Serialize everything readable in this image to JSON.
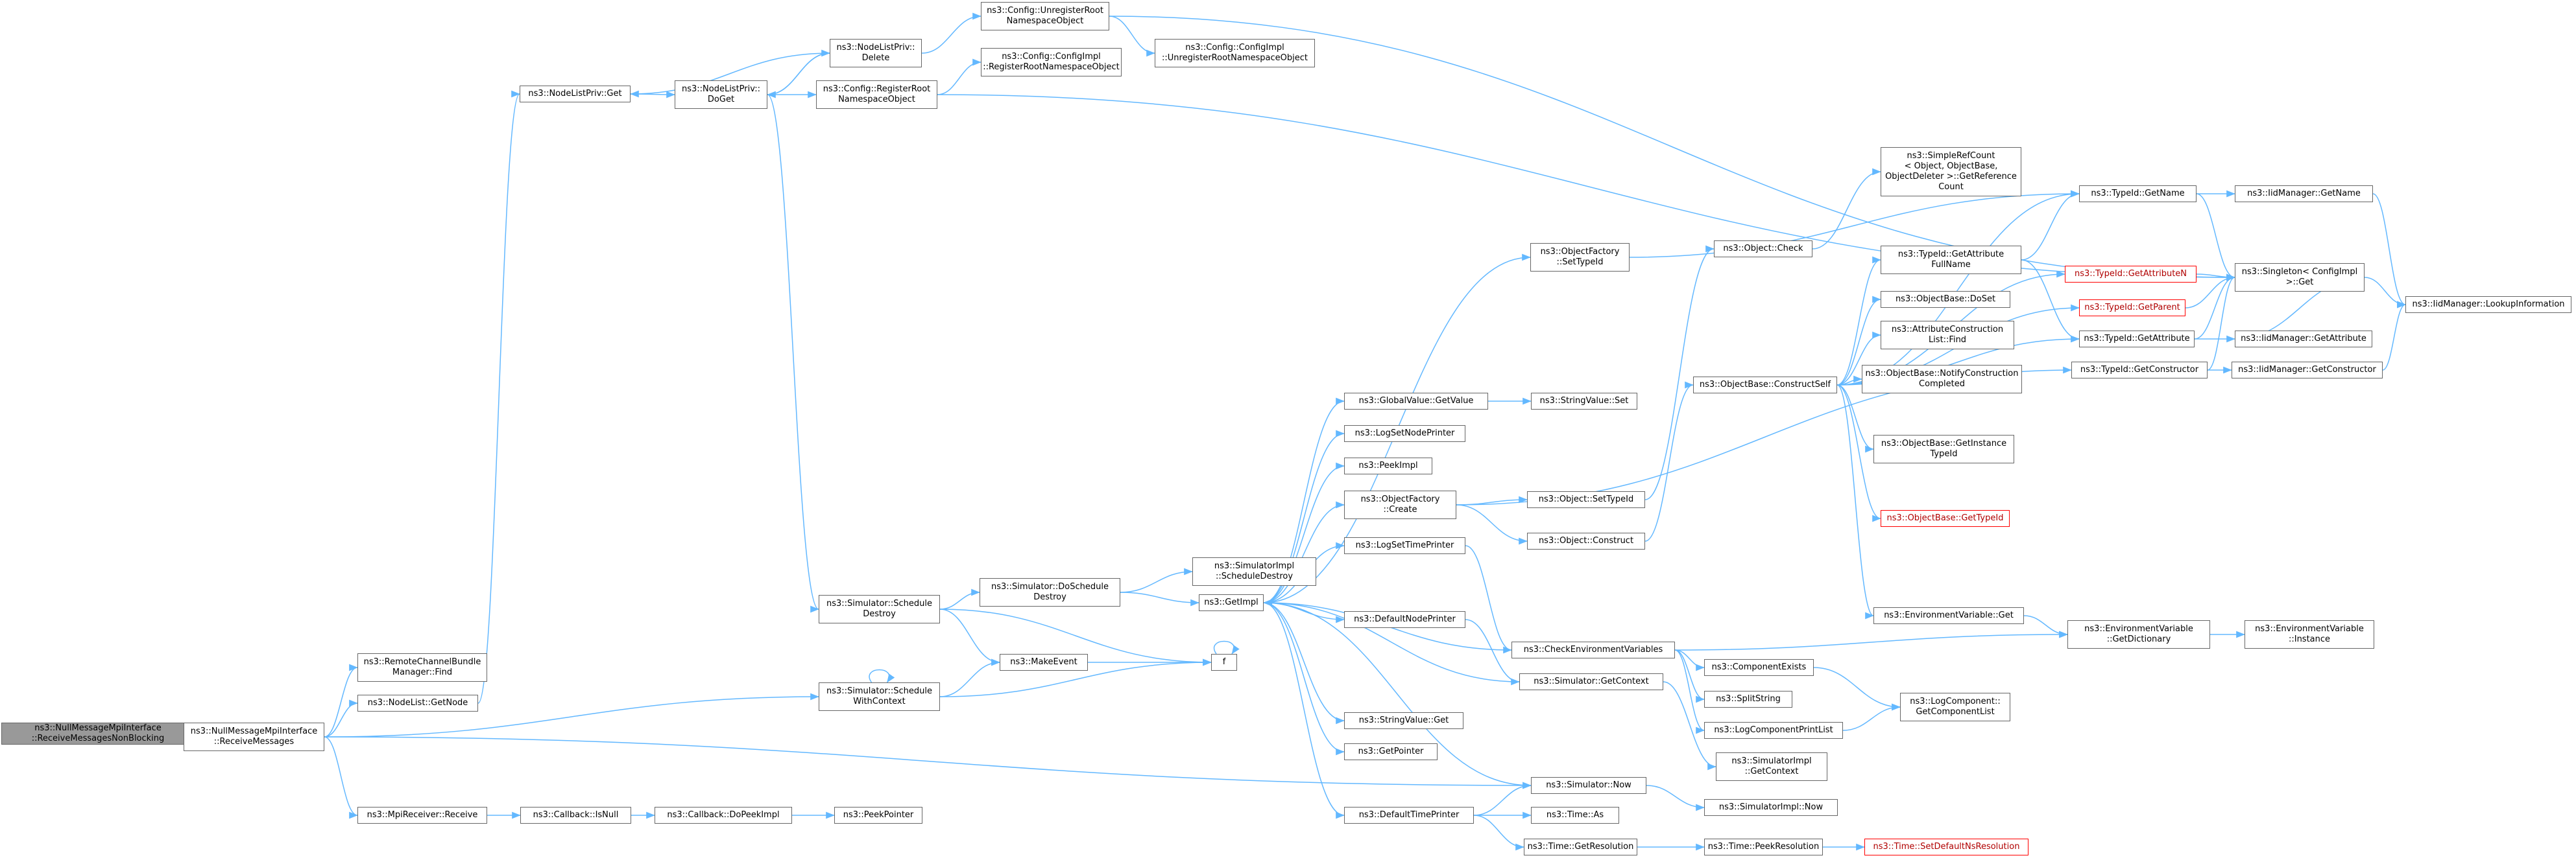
{
  "diagram": {
    "type": "call-graph",
    "colors": {
      "edge": "#63b8ff",
      "node_border": "#666666",
      "root_fill": "#999999",
      "missing_border": "#ff0000"
    },
    "nodes": [
      {
        "id": "root",
        "label": "ns3::NullMessageMpiInterface\n::ReceiveMessagesNonBlocking",
        "style": "root"
      },
      {
        "id": "rm",
        "label": "ns3::NullMessageMpiInterface\n::ReceiveMessages"
      },
      {
        "id": "rcb",
        "label": "ns3::RemoteChannelBundle\nManager::Find"
      },
      {
        "id": "nlgn",
        "label": "ns3::NodeList::GetNode"
      },
      {
        "id": "mpr",
        "label": "ns3::MpiReceiver::Receive"
      },
      {
        "id": "cbn",
        "label": "ns3::Callback::IsNull"
      },
      {
        "id": "cdpi",
        "label": "ns3::Callback::DoPeekImpl"
      },
      {
        "id": "pp",
        "label": "ns3::PeekPointer"
      },
      {
        "id": "nlpg",
        "label": "ns3::NodeListPriv::Get"
      },
      {
        "id": "nlpdg",
        "label": "ns3::NodeListPriv::\nDoGet"
      },
      {
        "id": "nlpd",
        "label": "ns3::NodeListPriv::\nDelete"
      },
      {
        "id": "cur",
        "label": "ns3::Config::UnregisterRoot\nNamespaceObject"
      },
      {
        "id": "cirn",
        "label": "ns3::Config::ConfigImpl\n::RegisterRootNamespaceObject"
      },
      {
        "id": "ciur",
        "label": "ns3::Config::ConfigImpl\n::UnregisterRootNamespaceObject"
      },
      {
        "id": "crr",
        "label": "ns3::Config::RegisterRoot\nNamespaceObject"
      },
      {
        "id": "ssd",
        "label": "ns3::Simulator::Schedule\nDestroy"
      },
      {
        "id": "sdsd",
        "label": "ns3::Simulator::DoSchedule\nDestroy"
      },
      {
        "id": "sisd",
        "label": "ns3::SimulatorImpl\n::ScheduleDestroy"
      },
      {
        "id": "swc",
        "label": "ns3::Simulator::Schedule\nWithContext"
      },
      {
        "id": "me",
        "label": "ns3::MakeEvent"
      },
      {
        "id": "f",
        "label": "f"
      },
      {
        "id": "gi",
        "label": "ns3::GetImpl"
      },
      {
        "id": "gvg",
        "label": "ns3::GlobalValue::GetValue"
      },
      {
        "id": "svs",
        "label": "ns3::StringValue::Set"
      },
      {
        "id": "lsnp",
        "label": "ns3::LogSetNodePrinter"
      },
      {
        "id": "pi",
        "label": "ns3::PeekImpl"
      },
      {
        "id": "ofc",
        "label": "ns3::ObjectFactory\n::Create"
      },
      {
        "id": "lstp",
        "label": "ns3::LogSetTimePrinter"
      },
      {
        "id": "dnp",
        "label": "ns3::DefaultNodePrinter"
      },
      {
        "id": "svg",
        "label": "ns3::StringValue::Get"
      },
      {
        "id": "gp",
        "label": "ns3::GetPointer"
      },
      {
        "id": "dtp",
        "label": "ns3::DefaultTimePrinter"
      },
      {
        "id": "ofst",
        "label": "ns3::ObjectFactory\n::SetTypeId"
      },
      {
        "id": "ost",
        "label": "ns3::Object::SetTypeId"
      },
      {
        "id": "oc",
        "label": "ns3::Object::Construct"
      },
      {
        "id": "ochk",
        "label": "ns3::Object::Check"
      },
      {
        "id": "srco",
        "label": "ns3::SimpleRefCount\n< Object, ObjectBase,\n ObjectDeleter >::GetReference\nCount"
      },
      {
        "id": "cev",
        "label": "ns3::CheckEnvironmentVariables"
      },
      {
        "id": "sgc",
        "label": "ns3::Simulator::GetContext"
      },
      {
        "id": "sn",
        "label": "ns3::Simulator::Now"
      },
      {
        "id": "tas",
        "label": "ns3::Time::As"
      },
      {
        "id": "tgr",
        "label": "ns3::Time::GetResolution"
      },
      {
        "id": "obcs",
        "label": "ns3::ObjectBase::ConstructSelf"
      },
      {
        "id": "tgafn",
        "label": "ns3::TypeId::GetAttribute\nFullName"
      },
      {
        "id": "obds",
        "label": "ns3::ObjectBase::DoSet"
      },
      {
        "id": "aclf",
        "label": "ns3::AttributeConstruction\nList::Find"
      },
      {
        "id": "obnc",
        "label": "ns3::ObjectBase::NotifyConstruction\nCompleted"
      },
      {
        "id": "obgi",
        "label": "ns3::ObjectBase::GetInstance\nTypeId"
      },
      {
        "id": "obgt",
        "label": "ns3::ObjectBase::GetTypeId",
        "style": "missing"
      },
      {
        "id": "evg",
        "label": "ns3::EnvironmentVariable::Get"
      },
      {
        "id": "ce",
        "label": "ns3::ComponentExists"
      },
      {
        "id": "ss",
        "label": "ns3::SplitString"
      },
      {
        "id": "lcpl",
        "label": "ns3::LogComponentPrintList"
      },
      {
        "id": "sigc",
        "label": "ns3::SimulatorImpl\n::GetContext"
      },
      {
        "id": "sin",
        "label": "ns3::SimulatorImpl::Now"
      },
      {
        "id": "tpr",
        "label": "ns3::Time::PeekResolution"
      },
      {
        "id": "tsdr",
        "label": "ns3::Time::SetDefaultNsResolution",
        "style": "missing"
      },
      {
        "id": "tgn",
        "label": "ns3::TypeId::GetName"
      },
      {
        "id": "tgan",
        "label": "ns3::TypeId::GetAttributeN",
        "style": "missing"
      },
      {
        "id": "tgp",
        "label": "ns3::TypeId::GetParent",
        "style": "missing"
      },
      {
        "id": "tga",
        "label": "ns3::TypeId::GetAttribute"
      },
      {
        "id": "tgc",
        "label": "ns3::TypeId::GetConstructor"
      },
      {
        "id": "evgd",
        "label": "ns3::EnvironmentVariable\n::GetDictionary"
      },
      {
        "id": "lcgcl",
        "label": "ns3::LogComponent::\nGetComponentList"
      },
      {
        "id": "imgn",
        "label": "ns3::IidManager::GetName"
      },
      {
        "id": "sci",
        "label": "ns3::Singleton< ConfigImpl\n >::Get"
      },
      {
        "id": "imga",
        "label": "ns3::IidManager::GetAttribute"
      },
      {
        "id": "imgc",
        "label": "ns3::IidManager::GetConstructor"
      },
      {
        "id": "evi",
        "label": "ns3::EnvironmentVariable\n::Instance"
      },
      {
        "id": "imli",
        "label": "ns3::IidManager::LookupInformation"
      }
    ],
    "edges": [
      [
        "root",
        "rm"
      ],
      [
        "rm",
        "rcb"
      ],
      [
        "rm",
        "nlgn"
      ],
      [
        "rm",
        "mpr"
      ],
      [
        "rm",
        "swc"
      ],
      [
        "rm",
        "sn"
      ],
      [
        "nlgn",
        "nlpg"
      ],
      [
        "nlpg",
        "nlpdg"
      ],
      [
        "nlpdg",
        "nlpd"
      ],
      [
        "nlpd",
        "nlpg"
      ],
      [
        "nlpd",
        "nlpdg"
      ],
      [
        "nlpd",
        "cur"
      ],
      [
        "nlpdg",
        "crr"
      ],
      [
        "nlpdg",
        "ssd"
      ],
      [
        "cur",
        "ciur"
      ],
      [
        "cur",
        "sci"
      ],
      [
        "crr",
        "cirn"
      ],
      [
        "crr",
        "sci"
      ],
      [
        "mpr",
        "cbn"
      ],
      [
        "cbn",
        "cdpi"
      ],
      [
        "cdpi",
        "pp"
      ],
      [
        "ssd",
        "sdsd"
      ],
      [
        "ssd",
        "me"
      ],
      [
        "ssd",
        "f"
      ],
      [
        "sdsd",
        "sisd"
      ],
      [
        "sdsd",
        "gi"
      ],
      [
        "swc",
        "swc"
      ],
      [
        "swc",
        "me"
      ],
      [
        "swc",
        "f"
      ],
      [
        "me",
        "f"
      ],
      [
        "f",
        "f"
      ],
      [
        "gi",
        "gvg"
      ],
      [
        "gi",
        "lsnp"
      ],
      [
        "gi",
        "pi"
      ],
      [
        "gi",
        "ofc"
      ],
      [
        "gi",
        "lstp"
      ],
      [
        "gi",
        "dnp"
      ],
      [
        "gi",
        "svg"
      ],
      [
        "gi",
        "gp"
      ],
      [
        "gi",
        "dtp"
      ],
      [
        "gi",
        "ofst"
      ],
      [
        "gvg",
        "svs"
      ],
      [
        "ofst",
        "tgn"
      ],
      [
        "ofc",
        "ost"
      ],
      [
        "ofc",
        "oc"
      ],
      [
        "ofc",
        "tgc"
      ],
      [
        "ost",
        "ochk"
      ],
      [
        "oc",
        "obcs"
      ],
      [
        "ochk",
        "srco"
      ],
      [
        "lstp",
        "cev"
      ],
      [
        "dnp",
        "sgc"
      ],
      [
        "sgc",
        "gi"
      ],
      [
        "sgc",
        "sigc"
      ],
      [
        "cev",
        "ce"
      ],
      [
        "cev",
        "ss"
      ],
      [
        "cev",
        "lcpl"
      ],
      [
        "cev",
        "evgd"
      ],
      [
        "cev",
        "gi"
      ],
      [
        "sn",
        "gi"
      ],
      [
        "sn",
        "sin"
      ],
      [
        "dtp",
        "sn"
      ],
      [
        "dtp",
        "tas"
      ],
      [
        "dtp",
        "tgr"
      ],
      [
        "tgr",
        "tpr"
      ],
      [
        "tpr",
        "tsdr"
      ],
      [
        "obcs",
        "tgn"
      ],
      [
        "obcs",
        "tgafn"
      ],
      [
        "obcs",
        "obds"
      ],
      [
        "obcs",
        "aclf"
      ],
      [
        "obcs",
        "obnc"
      ],
      [
        "obcs",
        "obgi"
      ],
      [
        "obcs",
        "obgt"
      ],
      [
        "obcs",
        "evg"
      ],
      [
        "obcs",
        "tgan"
      ],
      [
        "obcs",
        "tgp"
      ],
      [
        "obcs",
        "tga"
      ],
      [
        "tgafn",
        "tgn"
      ],
      [
        "tgafn",
        "tga"
      ],
      [
        "evg",
        "evgd"
      ],
      [
        "evgd",
        "evi"
      ],
      [
        "ce",
        "lcgcl"
      ],
      [
        "lcpl",
        "lcgcl"
      ],
      [
        "tgn",
        "imgn"
      ],
      [
        "tgn",
        "sci"
      ],
      [
        "tgan",
        "sci"
      ],
      [
        "tgp",
        "sci"
      ],
      [
        "tga",
        "imga"
      ],
      [
        "tga",
        "sci"
      ],
      [
        "tgc",
        "imgc"
      ],
      [
        "tgc",
        "sci"
      ],
      [
        "imgn",
        "imli"
      ],
      [
        "imga",
        "sci"
      ],
      [
        "imgc",
        "imli"
      ],
      [
        "sci",
        "imli"
      ]
    ]
  }
}
